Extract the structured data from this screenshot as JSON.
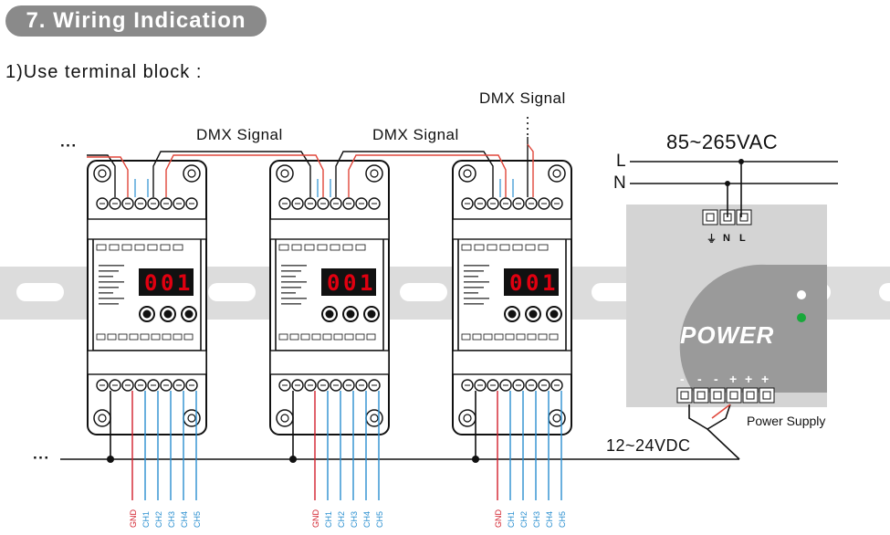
{
  "section": {
    "title": "7. Wiring Indication"
  },
  "subtitle": "1)Use terminal block :",
  "labels": {
    "dmx_signal_1": "DMX Signal",
    "dmx_signal_2": "DMX Signal",
    "dmx_signal_3": "DMX Signal",
    "ellipsis_top": "···",
    "ellipsis_bottom": "···",
    "line_l": "L",
    "line_n": "N",
    "mains_voltage": "85~265VAC",
    "dc_voltage": "12~24VDC"
  },
  "power_supply": {
    "word": "POWER",
    "caption": "Power Supply",
    "ground_symbol": "⏚",
    "n_label": "N",
    "l_label": "L",
    "polarity": [
      "-",
      "-",
      "-",
      "+",
      "+",
      "+"
    ]
  },
  "decoder": {
    "display": [
      "0",
      "0",
      "1"
    ],
    "output_channels": [
      "GND",
      "CH1",
      "CH2",
      "CH3",
      "CH4",
      "CH5"
    ]
  },
  "colors": {
    "rail": "#dcdcdc",
    "dmx_blue": "#2a8fd0",
    "dmx_red": "#e0463a",
    "gnd_red": "#d21f2b",
    "display_red": "#e00010",
    "psu_body": "#d4d4d4",
    "led_green": "#18a83a"
  }
}
